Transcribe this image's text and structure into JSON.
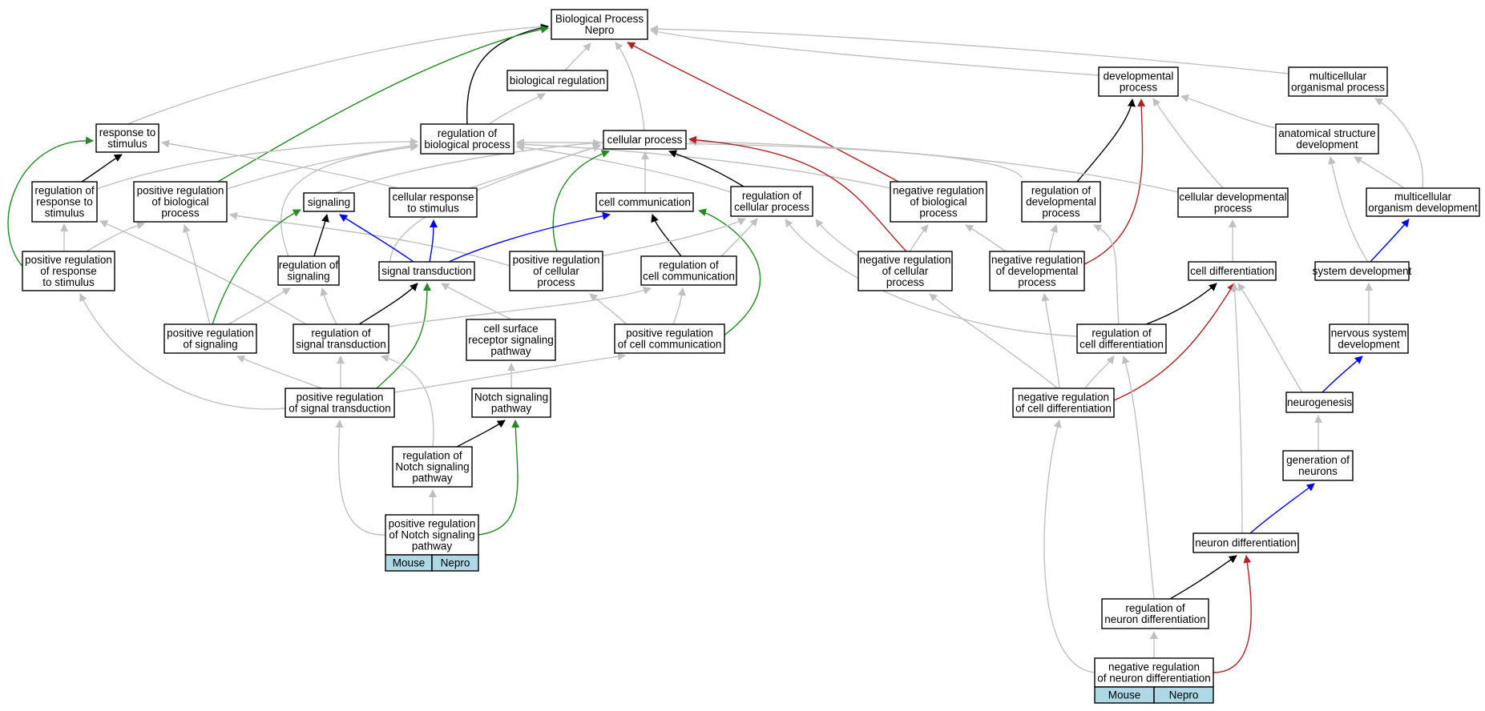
{
  "graph": {
    "colors": {
      "gray": "#c0c0c0",
      "black": "#000000",
      "green": "#228b22",
      "red": "#b22222",
      "blue": "#0000ff",
      "legend_fill": "#add8e6"
    },
    "nodes": [
      {
        "id": "bp",
        "lines": [
          "Biological Process",
          "Nepro"
        ]
      },
      {
        "id": "breg",
        "lines": [
          "biological regulation"
        ]
      },
      {
        "id": "dev",
        "lines": [
          "developmental",
          "process"
        ]
      },
      {
        "id": "mop",
        "lines": [
          "multicellular",
          "organismal process"
        ]
      },
      {
        "id": "rts",
        "lines": [
          "response to",
          "stimulus"
        ]
      },
      {
        "id": "rbp",
        "lines": [
          "regulation of",
          "biological process"
        ]
      },
      {
        "id": "cp",
        "lines": [
          "cellular process"
        ]
      },
      {
        "id": "asd",
        "lines": [
          "anatomical structure",
          "development"
        ]
      },
      {
        "id": "rrs",
        "lines": [
          "regulation of",
          "response to",
          "stimulus"
        ]
      },
      {
        "id": "prbp",
        "lines": [
          "positive regulation",
          "of biological",
          "process"
        ]
      },
      {
        "id": "sig",
        "lines": [
          "signaling"
        ]
      },
      {
        "id": "crs",
        "lines": [
          "cellular response",
          "to stimulus"
        ]
      },
      {
        "id": "cc",
        "lines": [
          "cell communication"
        ]
      },
      {
        "id": "rcp",
        "lines": [
          "regulation of",
          "cellular process"
        ]
      },
      {
        "id": "nrbp",
        "lines": [
          "negative regulation",
          "of biological",
          "process"
        ]
      },
      {
        "id": "rdp",
        "lines": [
          "regulation of",
          "developmental",
          "process"
        ]
      },
      {
        "id": "cdp",
        "lines": [
          "cellular developmental",
          "process"
        ]
      },
      {
        "id": "mod",
        "lines": [
          "multicellular",
          "organism development"
        ]
      },
      {
        "id": "prrs",
        "lines": [
          "positive regulation",
          "of response",
          "to stimulus"
        ]
      },
      {
        "id": "rsig",
        "lines": [
          "regulation of",
          "signaling"
        ]
      },
      {
        "id": "st",
        "lines": [
          "signal transduction"
        ]
      },
      {
        "id": "prcp",
        "lines": [
          "positive regulation",
          "of cellular",
          "process"
        ]
      },
      {
        "id": "rcc",
        "lines": [
          "regulation of",
          "cell communication"
        ]
      },
      {
        "id": "nrcp",
        "lines": [
          "negative regulation",
          "of cellular",
          "process"
        ]
      },
      {
        "id": "nrdp",
        "lines": [
          "negative regulation",
          "of developmental",
          "process"
        ]
      },
      {
        "id": "cd",
        "lines": [
          "cell differentiation"
        ]
      },
      {
        "id": "sd",
        "lines": [
          "system development"
        ]
      },
      {
        "id": "prs",
        "lines": [
          "positive regulation",
          "of signaling"
        ]
      },
      {
        "id": "rst",
        "lines": [
          "regulation of",
          "signal transduction"
        ]
      },
      {
        "id": "csrsp",
        "lines": [
          "cell surface",
          "receptor signaling",
          "pathway"
        ]
      },
      {
        "id": "prcc",
        "lines": [
          "positive regulation",
          "of cell communication"
        ]
      },
      {
        "id": "rcd",
        "lines": [
          "regulation of",
          "cell differentiation"
        ]
      },
      {
        "id": "nsd",
        "lines": [
          "nervous system",
          "development"
        ]
      },
      {
        "id": "prst",
        "lines": [
          "positive regulation",
          "of signal transduction"
        ]
      },
      {
        "id": "nsp",
        "lines": [
          "Notch signaling",
          "pathway"
        ]
      },
      {
        "id": "nrcd",
        "lines": [
          "negative regulation",
          "of cell differentiation"
        ]
      },
      {
        "id": "ng",
        "lines": [
          "neurogenesis"
        ]
      },
      {
        "id": "rnsp",
        "lines": [
          "regulation of",
          "Notch signaling",
          "pathway"
        ]
      },
      {
        "id": "gon",
        "lines": [
          "generation of",
          "neurons"
        ]
      },
      {
        "id": "prnsp",
        "lines": [
          "positive regulation",
          "of Notch signaling",
          "pathway"
        ],
        "legend": [
          "Mouse",
          "Nepro"
        ]
      },
      {
        "id": "nd",
        "lines": [
          "neuron differentiation"
        ]
      },
      {
        "id": "rnd",
        "lines": [
          "regulation of",
          "neuron differentiation"
        ]
      },
      {
        "id": "nrnd",
        "lines": [
          "negative regulation",
          "of neuron differentiation"
        ],
        "legend": [
          "Mouse",
          "Nepro"
        ]
      }
    ],
    "edges": [
      {
        "from": "breg",
        "to": "bp",
        "color": "gray"
      },
      {
        "from": "dev",
        "to": "bp",
        "color": "gray"
      },
      {
        "from": "mop",
        "to": "bp",
        "color": "gray"
      },
      {
        "from": "rts",
        "to": "bp",
        "color": "gray"
      },
      {
        "from": "rbp",
        "to": "bp",
        "color": "black"
      },
      {
        "from": "cp",
        "to": "bp",
        "color": "gray"
      },
      {
        "from": "prbp",
        "to": "bp",
        "color": "green"
      },
      {
        "from": "nrbp",
        "to": "bp",
        "color": "red"
      },
      {
        "from": "rbp",
        "to": "breg",
        "color": "gray"
      },
      {
        "from": "asd",
        "to": "dev",
        "color": "gray"
      },
      {
        "from": "cdp",
        "to": "dev",
        "color": "gray"
      },
      {
        "from": "rdp",
        "to": "dev",
        "color": "black"
      },
      {
        "from": "nrdp",
        "to": "dev",
        "color": "red"
      },
      {
        "from": "mod",
        "to": "mop",
        "color": "gray"
      },
      {
        "from": "crs",
        "to": "rts",
        "color": "gray"
      },
      {
        "from": "rrs",
        "to": "rts",
        "color": "black"
      },
      {
        "from": "prrs",
        "to": "rts",
        "color": "green"
      },
      {
        "from": "rrs",
        "to": "rbp",
        "color": "gray"
      },
      {
        "from": "prbp",
        "to": "rbp",
        "color": "gray"
      },
      {
        "from": "rcp",
        "to": "rbp",
        "color": "gray"
      },
      {
        "from": "nrbp",
        "to": "rbp",
        "color": "gray"
      },
      {
        "from": "rdp",
        "to": "rbp",
        "color": "gray"
      },
      {
        "from": "rsig",
        "to": "rbp",
        "color": "gray"
      },
      {
        "from": "sig",
        "to": "cp",
        "color": "gray"
      },
      {
        "from": "crs",
        "to": "cp",
        "color": "gray"
      },
      {
        "from": "cc",
        "to": "cp",
        "color": "gray"
      },
      {
        "from": "cdp",
        "to": "cp",
        "color": "gray"
      },
      {
        "from": "st",
        "to": "cp",
        "color": "gray"
      },
      {
        "from": "rcp",
        "to": "cp",
        "color": "black"
      },
      {
        "from": "prcp",
        "to": "cp",
        "color": "green"
      },
      {
        "from": "nrcp",
        "to": "cp",
        "color": "red"
      },
      {
        "from": "sd",
        "to": "asd",
        "color": "gray"
      },
      {
        "from": "mod",
        "to": "asd",
        "color": "gray"
      },
      {
        "from": "prrs",
        "to": "rrs",
        "color": "gray"
      },
      {
        "from": "rst",
        "to": "rrs",
        "color": "gray"
      },
      {
        "from": "prrs",
        "to": "prbp",
        "color": "gray"
      },
      {
        "from": "prs",
        "to": "prbp",
        "color": "gray"
      },
      {
        "from": "prcp",
        "to": "prbp",
        "color": "gray"
      },
      {
        "from": "st",
        "to": "sig",
        "color": "blue"
      },
      {
        "from": "rsig",
        "to": "sig",
        "color": "black"
      },
      {
        "from": "prs",
        "to": "sig",
        "color": "green"
      },
      {
        "from": "st",
        "to": "crs",
        "color": "blue"
      },
      {
        "from": "st",
        "to": "cc",
        "color": "blue"
      },
      {
        "from": "rcc",
        "to": "cc",
        "color": "black"
      },
      {
        "from": "prcc",
        "to": "cc",
        "color": "green"
      },
      {
        "from": "prcp",
        "to": "rcp",
        "color": "gray"
      },
      {
        "from": "rcc",
        "to": "rcp",
        "color": "gray"
      },
      {
        "from": "nrcp",
        "to": "rcp",
        "color": "gray"
      },
      {
        "from": "rcd",
        "to": "rcp",
        "color": "gray"
      },
      {
        "from": "nrcp",
        "to": "nrbp",
        "color": "gray"
      },
      {
        "from": "nrdp",
        "to": "nrbp",
        "color": "gray"
      },
      {
        "from": "nrdp",
        "to": "rdp",
        "color": "gray"
      },
      {
        "from": "rcd",
        "to": "rdp",
        "color": "gray"
      },
      {
        "from": "cd",
        "to": "cdp",
        "color": "gray"
      },
      {
        "from": "sd",
        "to": "mod",
        "color": "blue"
      },
      {
        "from": "prst",
        "to": "prrs",
        "color": "gray"
      },
      {
        "from": "prs",
        "to": "rsig",
        "color": "gray"
      },
      {
        "from": "rst",
        "to": "rsig",
        "color": "gray"
      },
      {
        "from": "rst",
        "to": "st",
        "color": "black"
      },
      {
        "from": "csrsp",
        "to": "st",
        "color": "gray"
      },
      {
        "from": "prst",
        "to": "st",
        "color": "green"
      },
      {
        "from": "prcc",
        "to": "prcp",
        "color": "gray"
      },
      {
        "from": "rst",
        "to": "rcc",
        "color": "gray"
      },
      {
        "from": "prcc",
        "to": "rcc",
        "color": "gray"
      },
      {
        "from": "nrcd",
        "to": "nrcp",
        "color": "gray"
      },
      {
        "from": "nrcd",
        "to": "nrdp",
        "color": "gray"
      },
      {
        "from": "rcd",
        "to": "cd",
        "color": "black"
      },
      {
        "from": "nrcd",
        "to": "cd",
        "color": "red"
      },
      {
        "from": "ng",
        "to": "cd",
        "color": "gray"
      },
      {
        "from": "nd",
        "to": "cd",
        "color": "gray"
      },
      {
        "from": "nsd",
        "to": "sd",
        "color": "gray"
      },
      {
        "from": "prst",
        "to": "prs",
        "color": "gray"
      },
      {
        "from": "prst",
        "to": "rst",
        "color": "gray"
      },
      {
        "from": "rnsp",
        "to": "rst",
        "color": "gray"
      },
      {
        "from": "nsp",
        "to": "csrsp",
        "color": "gray"
      },
      {
        "from": "prst",
        "to": "prcc",
        "color": "gray"
      },
      {
        "from": "nrcd",
        "to": "rcd",
        "color": "gray"
      },
      {
        "from": "rnd",
        "to": "rcd",
        "color": "gray"
      },
      {
        "from": "ng",
        "to": "nsd",
        "color": "blue"
      },
      {
        "from": "prnsp",
        "to": "prst",
        "color": "gray"
      },
      {
        "from": "rnsp",
        "to": "nsp",
        "color": "black"
      },
      {
        "from": "prnsp",
        "to": "nsp",
        "color": "green"
      },
      {
        "from": "nrnd",
        "to": "nrcd",
        "color": "gray"
      },
      {
        "from": "gon",
        "to": "ng",
        "color": "gray"
      },
      {
        "from": "prnsp",
        "to": "rnsp",
        "color": "gray"
      },
      {
        "from": "nd",
        "to": "gon",
        "color": "blue"
      },
      {
        "from": "rnd",
        "to": "nd",
        "color": "black"
      },
      {
        "from": "nrnd",
        "to": "nd",
        "color": "red"
      },
      {
        "from": "nrnd",
        "to": "rnd",
        "color": "gray"
      }
    ]
  }
}
